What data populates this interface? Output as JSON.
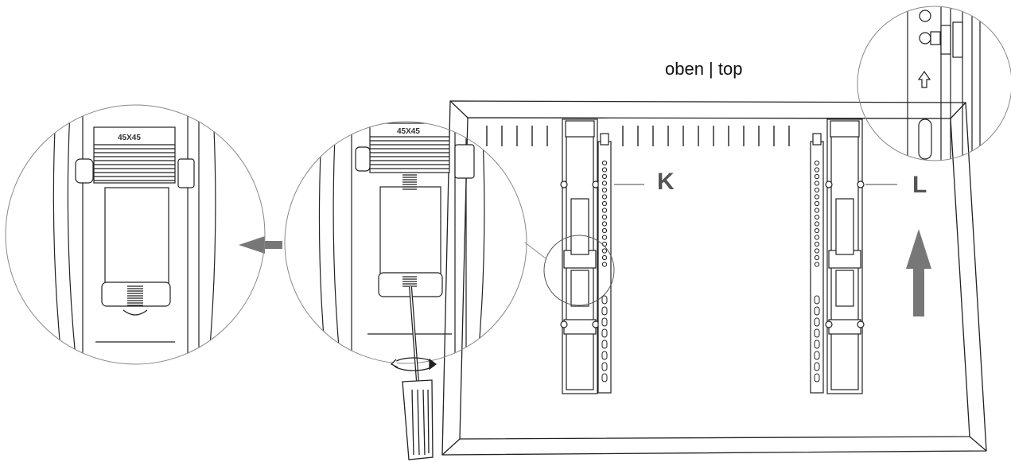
{
  "labels": {
    "top_label": "oben | top",
    "bracket_k": "K",
    "bracket_l": "L",
    "size_mark_left": "45X45",
    "size_mark_middle": "45X45"
  },
  "icons": [
    "screwdriver-icon",
    "rotation-arrow-icon",
    "direction-arrow-left-icon",
    "direction-arrow-up-icon"
  ],
  "colors": {
    "line": "#222222",
    "arrow": "#777777",
    "background": "#ffffff"
  }
}
